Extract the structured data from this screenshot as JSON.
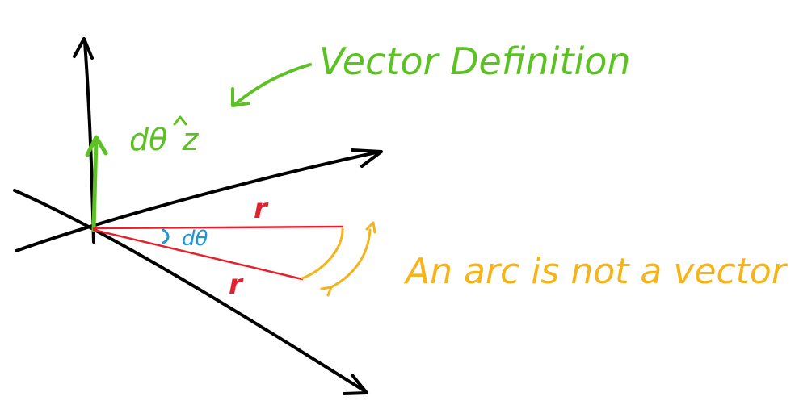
{
  "colors": {
    "axes": "#000000",
    "vector": "#5cc122",
    "radius": "#e3202c",
    "angle": "#1e97d6",
    "arc": "#f6b41b"
  },
  "labels": {
    "title": "Vector Definition",
    "vector": "dθ ẑ",
    "vector_main": "dθ",
    "vector_hat": "z",
    "radius_upper": "r",
    "radius_lower": "r",
    "angle": "dθ",
    "arc_note": "An arc is not a vector"
  }
}
